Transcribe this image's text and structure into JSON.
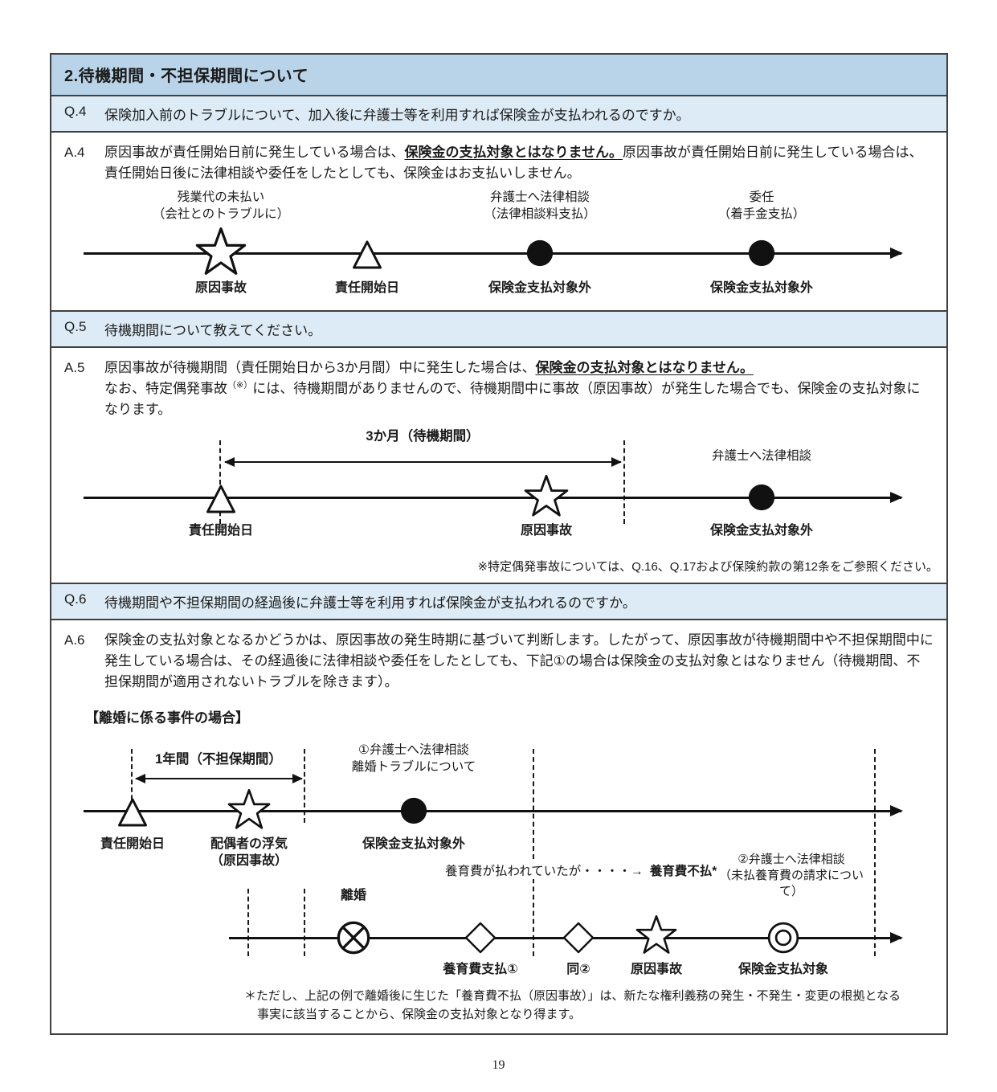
{
  "page": {
    "number": "19"
  },
  "header": {
    "title": "2.待機期間・不担保期間について"
  },
  "qa": {
    "q4": {
      "label": "Q.4",
      "text": "保険加入前のトラブルについて、加入後に弁護士等を利用すれば保険金が支払われるのですか。"
    },
    "a4": {
      "label": "A.4",
      "pre": "原因事故が責任開始日前に発生している場合は、",
      "em": "保険金の支払対象とはなりません。",
      "post": "原因事故が責任開始日前に発生している場合は、責任開始日後に法律相談や委任をしたとしても、保険金はお支払いしません。"
    },
    "q5": {
      "label": "Q.5",
      "text": "待機期間について教えてください。"
    },
    "a5": {
      "label": "A.5",
      "pre": "原因事故が待機期間（責任開始日から3か月間）中に発生した場合は、",
      "em": "保険金の支払対象とはなりません。",
      "post_1": "なお、特定偶発事故",
      "post_sup": "（※）",
      "post_2": "には、待機期間がありませんので、待機期間中に事故（原因事故）が発生した場合でも、保険金の支払対象になります。",
      "note": "※特定偶発事故については、Q.16、Q.17および保険約款の第12条をご参照ください。"
    },
    "q6": {
      "label": "Q.6",
      "text": "待機期間や不担保期間の経過後に弁護士等を利用すれば保険金が支払われるのですか。"
    },
    "a6": {
      "label": "A.6",
      "text": "保険金の支払対象となるかどうかは、原因事故の発生時期に基づいて判断します。したがって、原因事故が待機期間中や不担保期間中に発生している場合は、その経過後に法律相談や委任をしたとしても、下記①の場合は保険金の支払対象とはなりません（待機期間、不担保期間が適用されないトラブルを除きます）。",
      "case_title": "【離婚に係る事件の場合】"
    }
  },
  "diagram_a4": {
    "star_top": "残業代の未払い\n（会社とのトラブルに）",
    "star_bottom": "原因事故",
    "triangle_bottom": "責任開始日",
    "dot1_top": "弁護士へ法律相談\n（法律相談料支払）",
    "dot1_bottom": "保険金支払対象外",
    "dot2_top": "委任\n（着手金支払）",
    "dot2_bottom": "保険金支払対象外"
  },
  "diagram_a5": {
    "period_label": "3か月（待機期間）",
    "triangle_bottom": "責任開始日",
    "star_bottom": "原因事故",
    "dot_top": "弁護士へ法律相談",
    "dot_bottom": "保険金支払対象外"
  },
  "diagram_a6": {
    "period_label": "1年間（不担保期間）",
    "consult1_label": "①弁護士へ法律相談\n離婚トラブルについて",
    "triangle_bottom": "責任開始日",
    "star1_bottom": "配偶者の浮気\n（原因事故）",
    "dot_bottom": "保険金支払対象外",
    "mid_text": "養育費が払われていたが・・・・→",
    "mid_text_bold": "養育費不払*",
    "consult2_label": "②弁護士へ法律相談\n（未払養育費の請求について）",
    "circlex_top": "離婚",
    "diamond1_bottom": "養育費支払①",
    "diamond2_bottom": "同②",
    "star2_bottom": "原因事故",
    "target_bottom": "保険金支払対象",
    "footnote_1": "＊ただし、上記の例で離婚後に生じた「養育費不払（原因事故）」は、新たな権利義務の発生・不発生・変更の根拠となる",
    "footnote_2": "事実に該当することから、保険金の支払対象となり得ます。"
  }
}
